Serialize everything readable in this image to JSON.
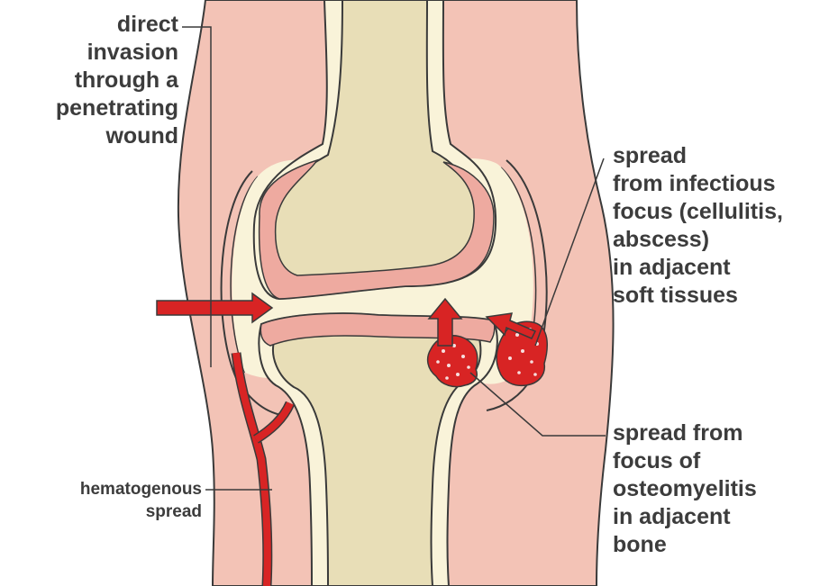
{
  "labels": {
    "direct_invasion": [
      "direct",
      "invasion",
      "through a",
      "penetrating",
      "wound"
    ],
    "infectious_focus": [
      "spread",
      "from infectious",
      "focus (cellulitis,",
      "abscess)",
      "in adjacent",
      "soft tissues"
    ],
    "osteomyelitis": [
      "spread from",
      "focus of",
      "osteomyelitis",
      "in adjacent",
      "bone"
    ],
    "hematogenous": [
      "hematogenous",
      "spread"
    ]
  },
  "colors": {
    "skin": "#f3c3b6",
    "bone": "#e8deb7",
    "cartilage": "#eeaaa0",
    "synovial": "#f9f3d9",
    "arrow": "#d82424",
    "outline": "#3a3a3a"
  }
}
